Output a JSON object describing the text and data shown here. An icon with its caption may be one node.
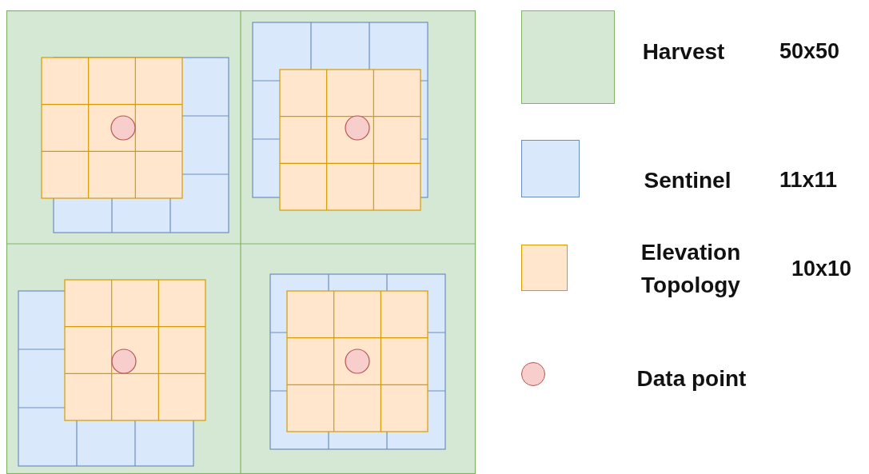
{
  "diagram": {
    "labels": [
      "50x50",
      "11x11",
      "10x10"
    ],
    "legend": [
      {
        "text": "Harvest",
        "color": "#d5e8d4"
      },
      {
        "text": "Sentinel",
        "color": "#dae8fc"
      },
      {
        "text": "Elevation Topology",
        "color": "#ffe6cc"
      },
      {
        "text": "Data point",
        "color": "#f8cecc"
      }
    ]
  }
}
